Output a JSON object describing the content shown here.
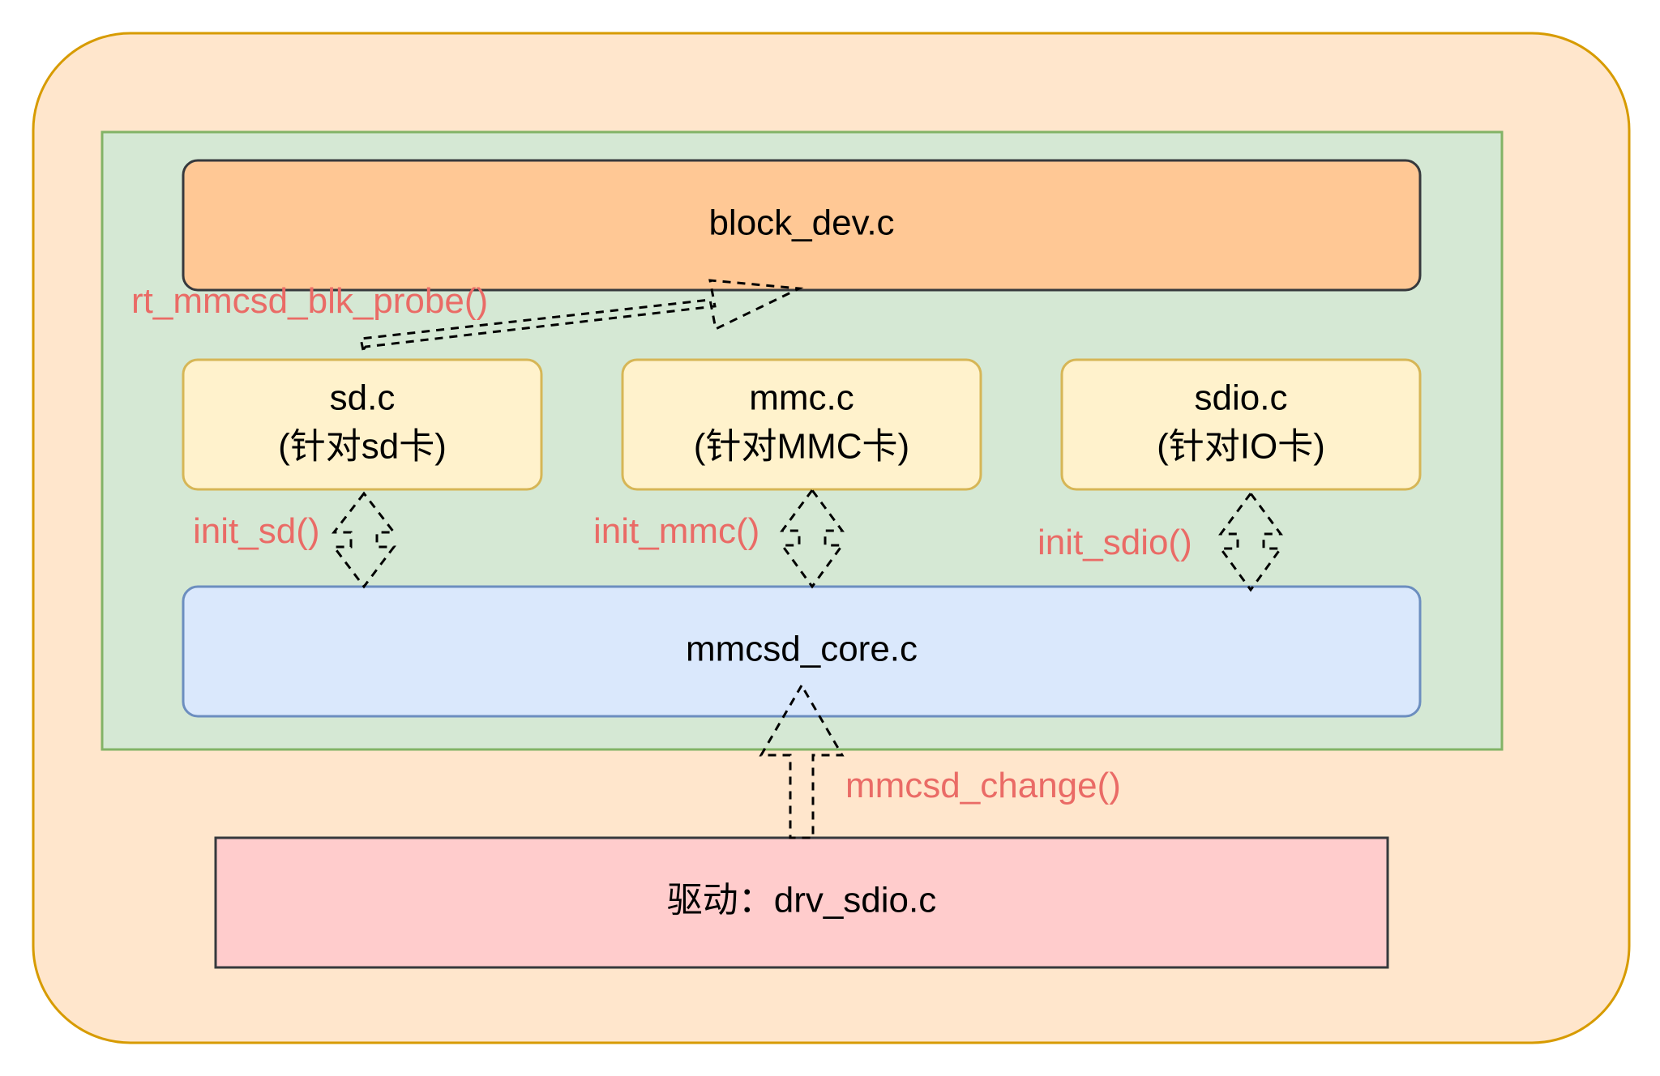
{
  "outer_container": {
    "fill": "#ffe6cc",
    "stroke": "#d79b00"
  },
  "inner_container": {
    "fill": "#d5e8d4",
    "stroke": "#82b366"
  },
  "boxes": {
    "block_dev": {
      "label": "block_dev.c",
      "fill": "#ffc895",
      "stroke": "#36393d"
    },
    "sd": {
      "line1": "sd.c",
      "line2": "(针对sd卡)",
      "fill": "#fff2cc",
      "stroke": "#d6b656"
    },
    "mmc": {
      "line1": "mmc.c",
      "line2": "(针对MMC卡)",
      "fill": "#fff2cc",
      "stroke": "#d6b656"
    },
    "sdio": {
      "line1": "sdio.c",
      "line2": "(针对IO卡)",
      "fill": "#fff2cc",
      "stroke": "#d6b656"
    },
    "mmcsd_core": {
      "label": "mmcsd_core.c",
      "fill": "#dae8fc",
      "stroke": "#6c8ebf"
    },
    "driver": {
      "label": "驱动：drv_sdio.c",
      "fill": "#ffcccc",
      "stroke": "#36393d"
    }
  },
  "calls": {
    "blk_probe": "rt_mmcsd_blk_probe()",
    "init_sd": "init_sd()",
    "init_mmc": "init_mmc()",
    "init_sdio": "init_sdio()",
    "change": "mmcsd_change()"
  },
  "colors": {
    "call_label": "#ea6b66",
    "arrow_stroke": "#000000"
  }
}
